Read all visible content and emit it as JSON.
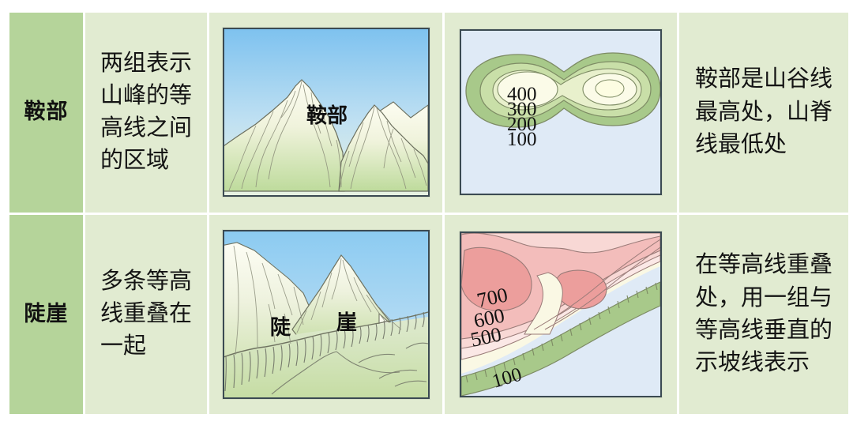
{
  "table": {
    "rows": [
      {
        "term": "鞍部",
        "definition": "两组表示\n山峰的等\n高线之间\n的区域",
        "landform_illustration": {
          "caption": "鞍部",
          "alt_name": "saddle-landscape-illustration"
        },
        "contour_map": {
          "labels": [
            "400",
            "300",
            "200",
            "100"
          ],
          "alt_name": "saddle-contour-map"
        },
        "note": "鞍部是山谷线\n最高处，山脊\n线最低处"
      },
      {
        "term": "陡崖",
        "definition": "多条等高\n线重叠在\n一起",
        "landform_illustration": {
          "caption_left": "陡",
          "caption_right": "崖",
          "alt_name": "cliff-landscape-illustration"
        },
        "contour_map": {
          "labels": [
            "700",
            "600",
            "500",
            "100"
          ],
          "alt_name": "cliff-contour-map"
        },
        "note": "在等高线重叠\n处，用一组与\n等高线垂直的\n示坡线表示"
      }
    ]
  },
  "colors": {
    "label_cell_bg": "#b5d49a",
    "text_cell_bg": "#e1ebd1",
    "frame_border": "#3b4a52",
    "contour_green_outer": "#a8c98a",
    "contour_green_mid": "#c9dfa8",
    "contour_green_light": "#e8f0cc",
    "contour_green_core": "#fbfbe8",
    "contour_pink_dark": "#ec9e9c",
    "contour_pink_mid": "#f3bdbb",
    "contour_pink_light": "#f8d8d5",
    "contour_pink_pale": "#fbe8e6",
    "map_sky": "#dfeaf6",
    "cliff_band_green": "#a8c98a",
    "sky_top": "#7ec2ef",
    "mountain_light": "#fbfbef",
    "mountain_grass": "#c2dba0"
  }
}
